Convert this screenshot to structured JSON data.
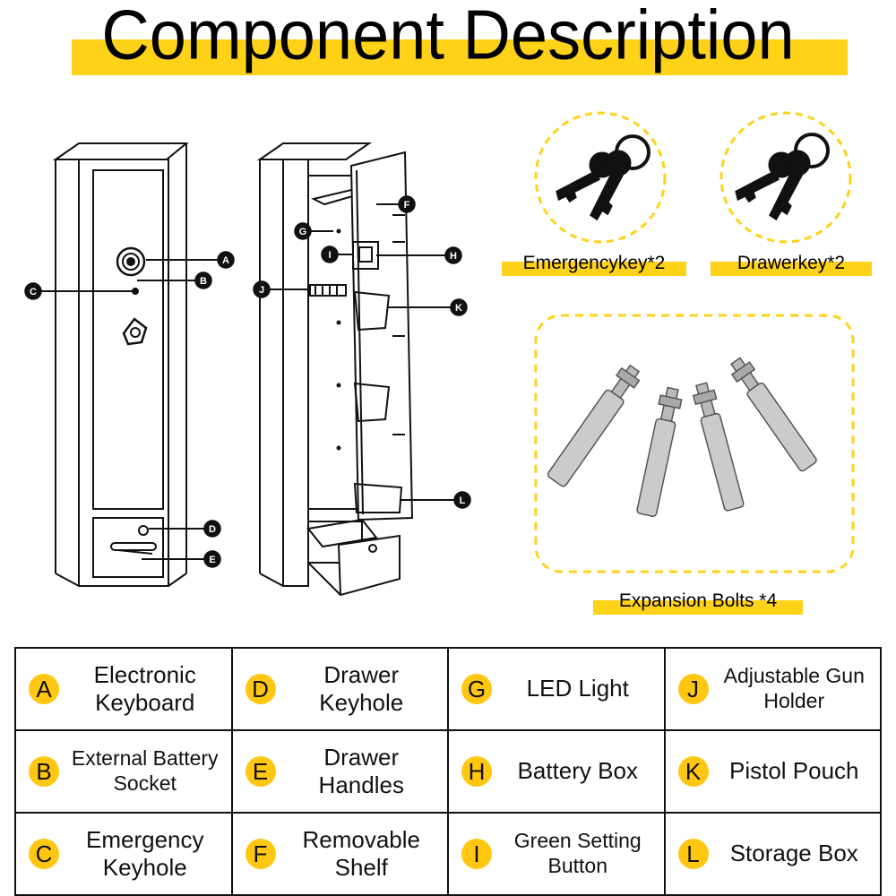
{
  "title": "Component Description",
  "accessories": {
    "emergency_key": "Emergencykey*2",
    "drawer_key": "Drawerkey*2",
    "expansion_bolts": "Expansion Bolts *4"
  },
  "callouts": [
    "A",
    "B",
    "C",
    "D",
    "E",
    "F",
    "G",
    "H",
    "I",
    "J",
    "K",
    "L"
  ],
  "colors": {
    "accent": "#ffd21a",
    "badge": "#ffc712",
    "line": "#111111"
  },
  "components": [
    {
      "letter": "A",
      "label": "Electronic Keyboard"
    },
    {
      "letter": "D",
      "label": "Drawer Keyhole"
    },
    {
      "letter": "G",
      "label": "LED Light"
    },
    {
      "letter": "J",
      "label": "Adjustable Gun Holder"
    },
    {
      "letter": "B",
      "label": "External Battery Socket"
    },
    {
      "letter": "E",
      "label": "Drawer Handles"
    },
    {
      "letter": "H",
      "label": "Battery Box"
    },
    {
      "letter": "K",
      "label": "Pistol Pouch"
    },
    {
      "letter": "C",
      "label": "Emergency Keyhole"
    },
    {
      "letter": "F",
      "label": "Removable Shelf"
    },
    {
      "letter": "I",
      "label": "Green Setting Button"
    },
    {
      "letter": "L",
      "label": "Storage Box"
    }
  ]
}
